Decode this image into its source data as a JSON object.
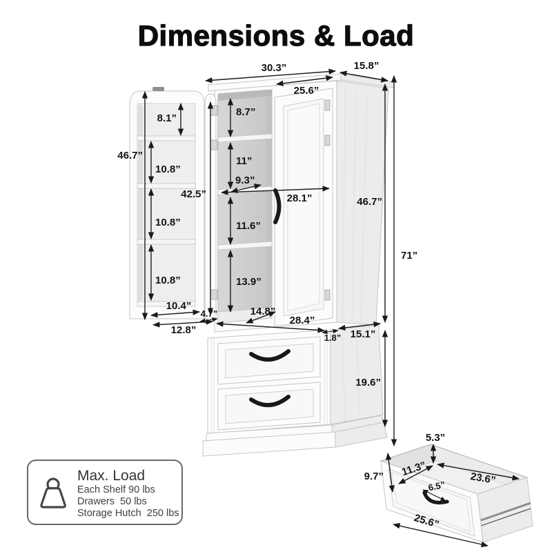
{
  "title": "Dimensions & Load",
  "colors": {
    "text": "#141414",
    "arrow": "#1a1a1a",
    "panel_border": "#696969",
    "cabinet_stroke": "#c4c4c4"
  },
  "hutch": {
    "overall_width": "30.3”",
    "depth": "15.8”",
    "right_door_width": "25.6”",
    "height": "46.7”",
    "total_height": "71”"
  },
  "left_door": {
    "height": "46.7”",
    "top_section_height": "8.1”",
    "section2_height": "10.8”",
    "section3_height": "10.8”",
    "section4_height": "10.8”",
    "panel_height": "42.5”",
    "inner_width": "10.4”",
    "outer_width": "12.8”",
    "thickness": "4.7”"
  },
  "interior": {
    "shelf1_height": "8.7”",
    "shelf2_height": "11”",
    "shelf_depth": "9.3”",
    "inner_width": "28.1”",
    "shelf3_height": "11.6”",
    "shelf4_height": "13.9”",
    "bottom_shelf_depth": "14.8”",
    "opening_width": "28.4”"
  },
  "base": {
    "front_gap": "1.8”",
    "depth": "15.1”",
    "height": "19.6”"
  },
  "max_load": {
    "title": "Max. Load",
    "each_shelf": "Each Shelf 90 lbs",
    "drawers": "Drawers  50 lbs",
    "storage_hutch": "Storage Hutch  250 lbs"
  },
  "drawer": {
    "inner_height": "5.3”",
    "outer_height": "9.7”",
    "inner_width": "11.3”",
    "inner_length": "23.6”",
    "handle_width": "6.5”",
    "front_width": "25.6”"
  }
}
